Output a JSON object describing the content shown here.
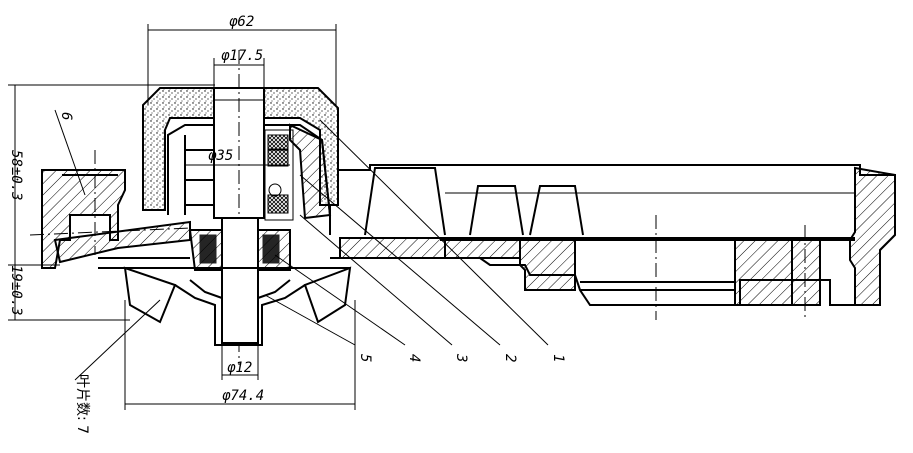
{
  "dimensions": {
    "outer_diameter_top": "φ62",
    "shaft_diameter_top": "φ17.5",
    "bearing_diameter": "φ35",
    "height_upper": "58±0.3",
    "height_lower": "19±0.3",
    "shaft_diameter_bottom": "φ12",
    "impeller_diameter": "φ74.4"
  },
  "part_labels": [
    "1",
    "2",
    "3",
    "4",
    "5",
    "6"
  ],
  "blade_count_note": "叶片数: 7"
}
